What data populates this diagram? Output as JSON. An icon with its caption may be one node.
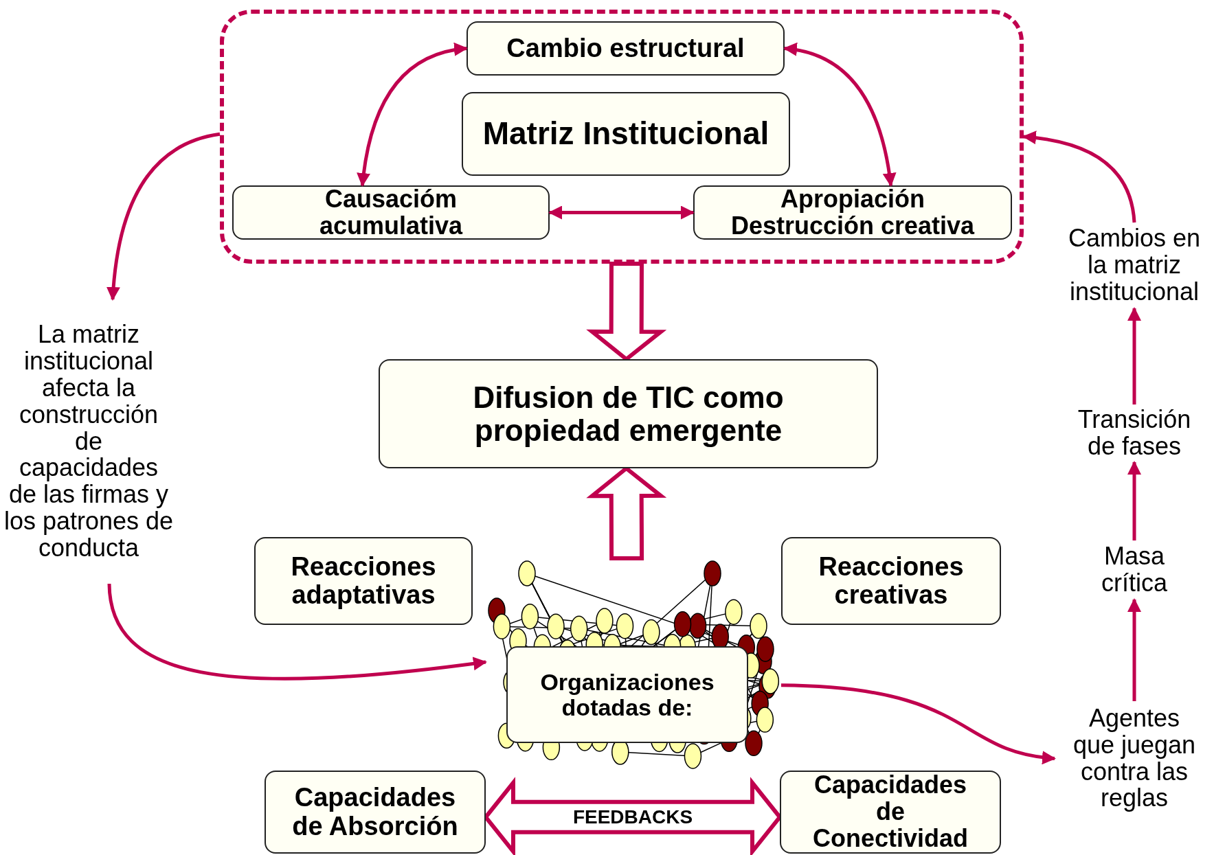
{
  "diagram": {
    "nodes": [
      {
        "text": [],
        "shape": "box"
      },
      {
        "text": [
          "Cambio estructural"
        ],
        "in": 0
      },
      {
        "text": [
          "Matriz Institucional"
        ],
        "in": 0
      },
      {
        "text": [
          "Causacióm acumulativa"
        ],
        "in": 0
      },
      {
        "text": [
          "Apropiación Destrucción creativa"
        ],
        "in": 0
      },
      {
        "text": [
          "Difusion de TIC como propiedad emergente"
        ]
      },
      {
        "text": [
          "La matriz institucional afecta la construcción de capacidades de las firmas y los patrones de conducta"
        ]
      },
      {
        "text": [
          "Cambios en la matriz institucional"
        ]
      },
      {
        "text": [
          "Transición de fases"
        ]
      },
      {
        "text": [
          "Masa crítica"
        ]
      },
      {
        "text": [
          "Agentes que juegan contra las reglas"
        ]
      },
      {
        "text": [
          "Reacciones adaptativas"
        ]
      },
      {
        "text": [
          "Reacciones creativas"
        ]
      },
      {
        "text": [
          "Organizaciones dotadas de:"
        ],
        "in": 16
      },
      {
        "text": [
          "Capacidades de Absorción"
        ]
      },
      {
        "text": [
          "Capacidades de Conectividad"
        ]
      },
      {
        "text": [],
        "shape": "picture"
      }
    ],
    "edges": [
      {
        "from": 3,
        "to": 1,
        "arrow": "both"
      },
      {
        "from": 4,
        "to": 1,
        "arrow": "both"
      },
      {
        "from": 3,
        "to": 4,
        "arrow": "both"
      },
      {
        "from": 0,
        "to": 5,
        "arrow": "to"
      },
      {
        "from": 16,
        "to": 5,
        "arrow": "to"
      },
      {
        "from": 0,
        "to": 6,
        "arrow": "to"
      },
      {
        "from": 6,
        "to": 16,
        "arrow": "to"
      },
      {
        "from": 16,
        "to": 10,
        "arrow": "to"
      },
      {
        "from": 10,
        "to": 9,
        "arrow": "to"
      },
      {
        "from": 9,
        "to": 8,
        "arrow": "to"
      },
      {
        "from": 8,
        "to": 7,
        "arrow": "to"
      },
      {
        "from": 7,
        "to": 0,
        "arrow": "to"
      },
      {
        "from": 14,
        "to": 15,
        "arrow": "both",
        "label": "FEEDBACKS"
      }
    ]
  }
}
